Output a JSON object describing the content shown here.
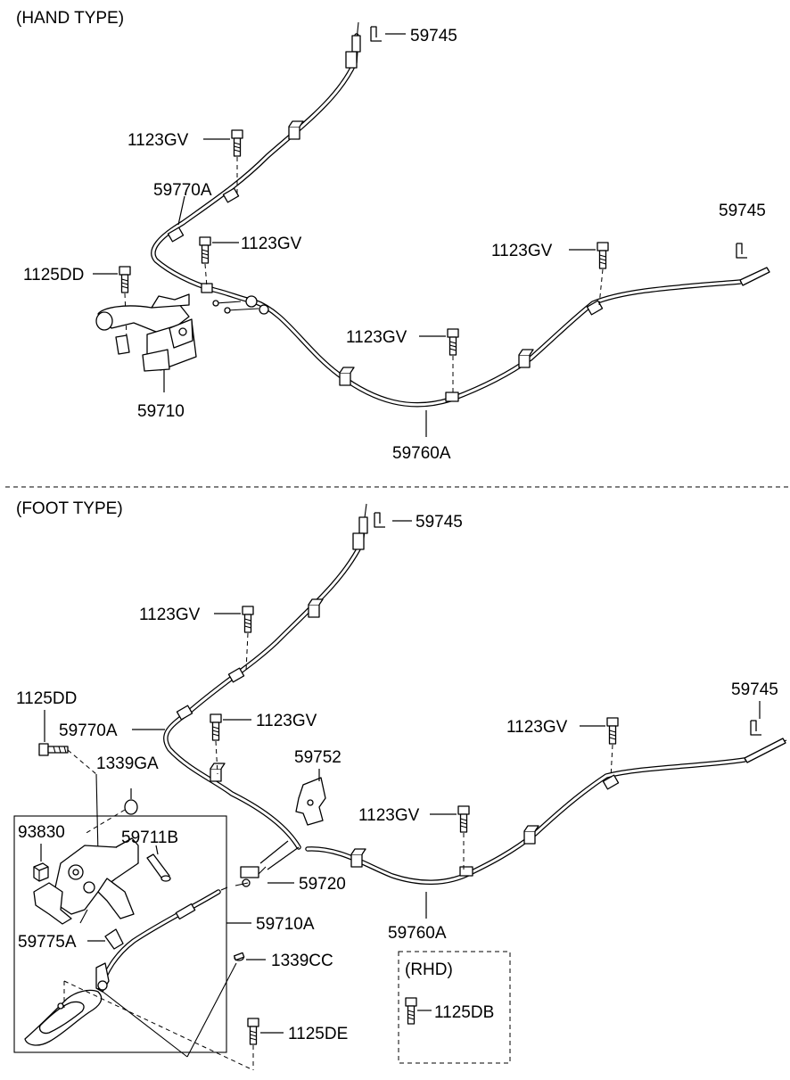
{
  "sections": {
    "hand": "(HAND TYPE)",
    "foot": "(FOOT TYPE)",
    "rhd": "(RHD)"
  },
  "hand_labels": {
    "clip_top": "59745",
    "bolt_upper": "1123GV",
    "front_cable": "59770A",
    "bolt_mid": "1123GV",
    "bolt_lever": "1125DD",
    "lever": "59710",
    "rear_cable": "59760A",
    "bolt_rear_mid": "1123GV",
    "bolt_rear": "1123GV",
    "clip_rear": "59745"
  },
  "foot_labels": {
    "clip_top": "59745",
    "bolt_upper": "1123GV",
    "bolt_pedal": "1125DD",
    "front_cable": "59770A",
    "bolt_mid": "1123GV",
    "nut": "1339GA",
    "bracket": "59752",
    "bolt_rear_mid": "1123GV",
    "bolt_rear": "1123GV",
    "clip_rear": "59745",
    "pad": "93830",
    "pin": "59711B",
    "equalizer": "59720",
    "pedal": "59710A",
    "rear_cable": "59760A",
    "clip_small": "59775A",
    "nut_small": "1339CC",
    "bolt_bottom": "1125DE",
    "rhd_bolt": "1125DB"
  }
}
